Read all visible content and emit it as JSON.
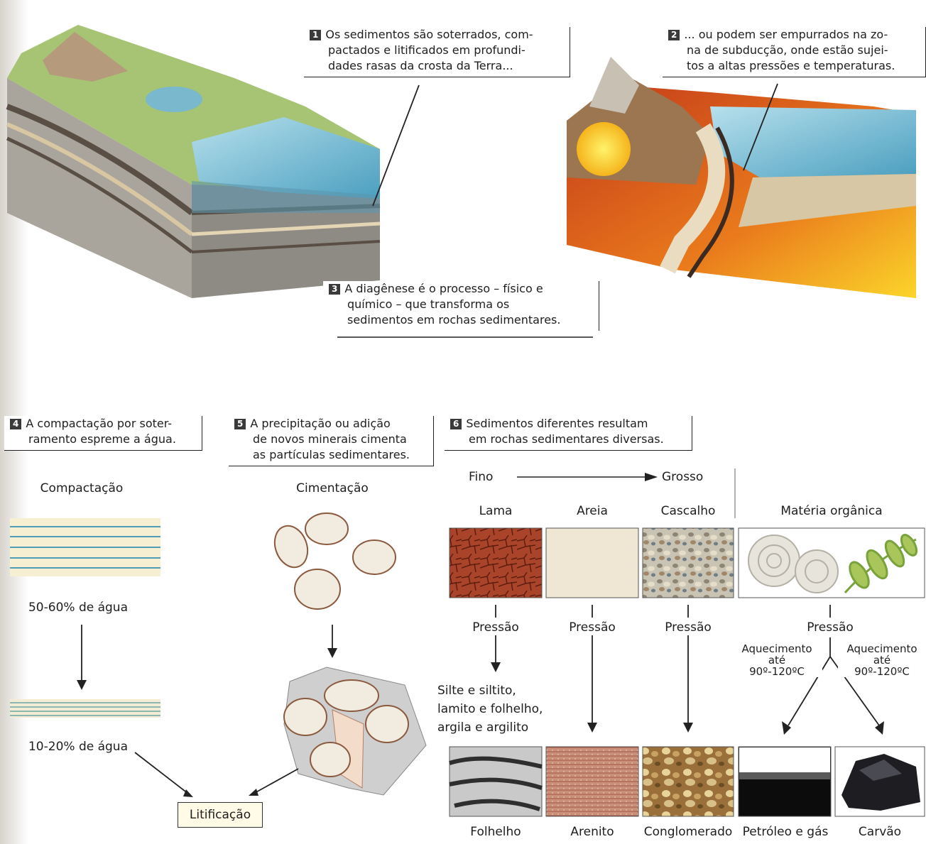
{
  "callouts": {
    "c1": {
      "num": "1",
      "lines": [
        "Os sedimentos são soterrados, com-",
        "pactados e litificados em profundi-",
        "dades rasas da crosta da Terra..."
      ]
    },
    "c2": {
      "num": "2",
      "lines": [
        "... ou podem ser empurrados na zo-",
        "na de subducção, onde estão sujei-",
        "tos a altas pressões e temperaturas."
      ]
    },
    "c3": {
      "num": "3",
      "lines": [
        "A diagênese é o processo – físico e",
        "químico – que transforma os",
        "sedimentos em rochas sedimentares."
      ]
    },
    "c4": {
      "num": "4",
      "lines": [
        "A compactação por soter-",
        "ramento espreme a água."
      ]
    },
    "c5": {
      "num": "5",
      "lines": [
        "A precipitação ou adição",
        "de novos minerais cimenta",
        "as partículas sedimentares."
      ]
    },
    "c6": {
      "num": "6",
      "lines": [
        "Sedimentos diferentes resultam",
        "em rochas sedimentares diversas."
      ]
    }
  },
  "compaction": {
    "title": "Compactação",
    "top_label": "50-60% de água",
    "bottom_label": "10-20% de água"
  },
  "cementation": {
    "title": "Cimentação"
  },
  "lithification": {
    "label": "Litificação"
  },
  "grain_scale": {
    "fine": "Fino",
    "coarse": "Grosso"
  },
  "sediments": [
    "Lama",
    "Areia",
    "Cascalho",
    "Matéria orgânica"
  ],
  "pressure_label": "Pressão",
  "heating": {
    "line1": "Aquecimento",
    "line2": "até",
    "line3": "90º-120ºC"
  },
  "mud_products": [
    "Silte e siltito,",
    "lamito e folhelho,",
    "argila e argilito"
  ],
  "rocks": [
    "Folhelho",
    "Arenito",
    "Conglomerado",
    "Petróleo e gás",
    "Carvão"
  ],
  "colors": {
    "water": "#7ec3d8",
    "magma": "#f4a21a",
    "land": "#9fbf6a",
    "mud": "#a9442a",
    "sand": "#efe6d3",
    "callout_border": "#222222"
  }
}
